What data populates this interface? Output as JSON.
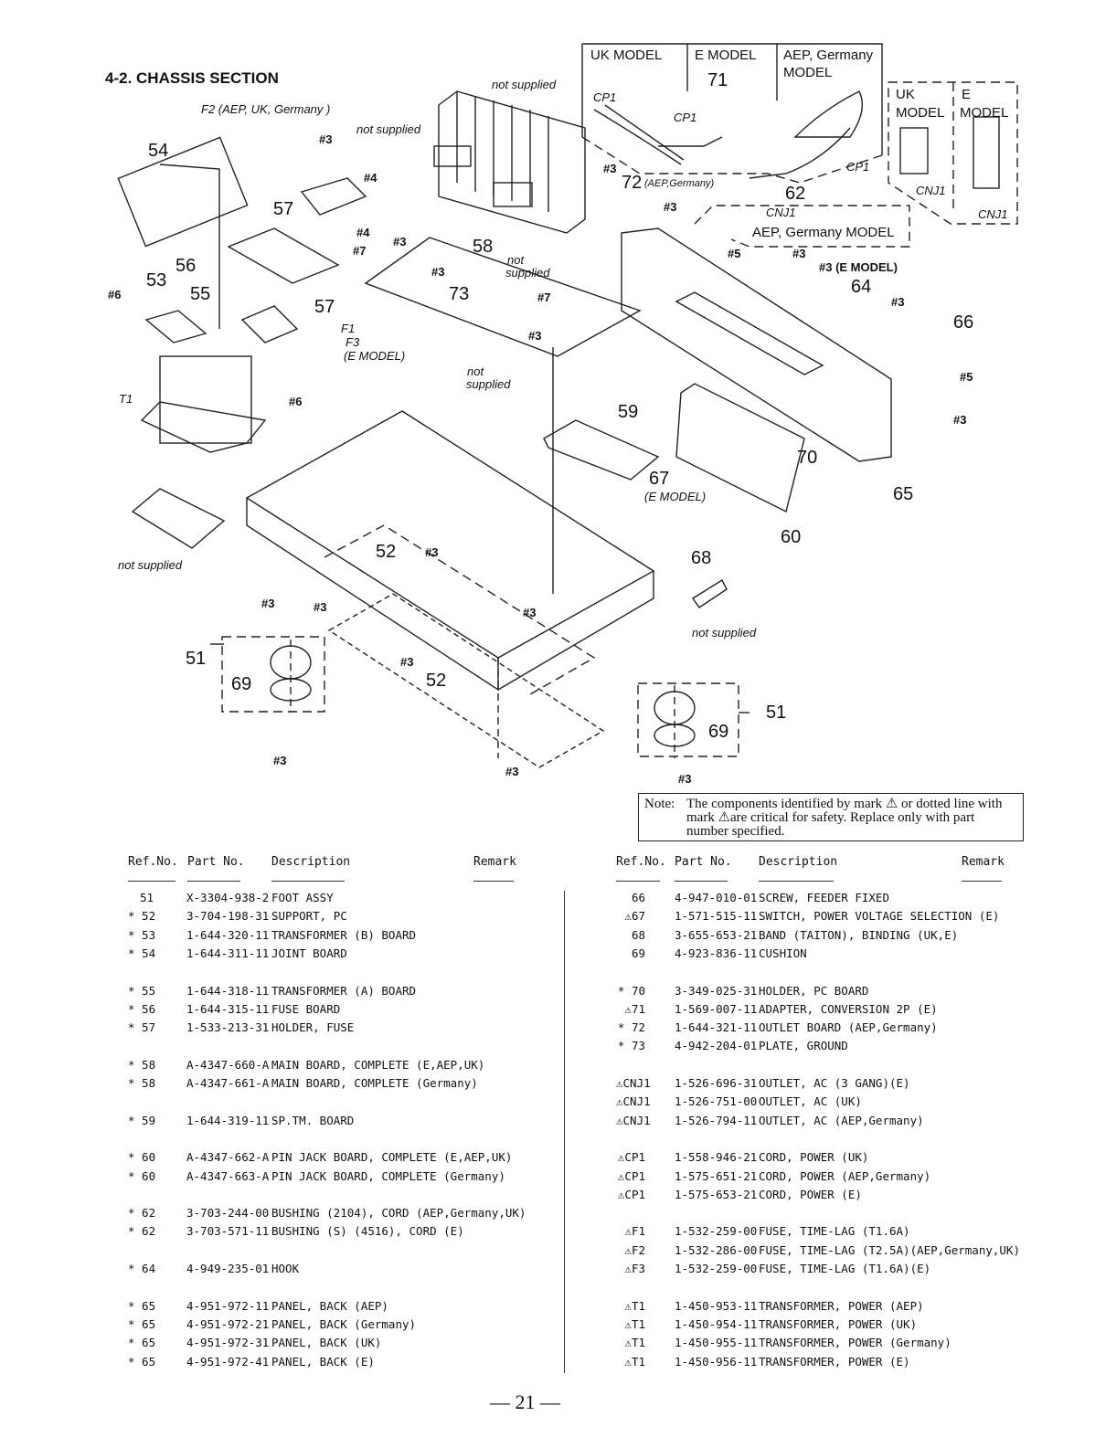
{
  "section_title": "4-2. CHASSIS SECTION",
  "diagram": {
    "labels": {
      "f2": "F2 (AEP,  UK, Germany )",
      "not_supplied": "not supplied",
      "not": "not",
      "supplied": "supplied",
      "f1": "F1",
      "f3": "F3",
      "e_model_paren": "(E MODEL)",
      "t1": "T1",
      "aep_germany_paren": "(AEP,Germany)",
      "e_model_alt": "(E MODEL)",
      "cp1": "CP1",
      "cnj1": "CNJ1"
    },
    "model_boxes": {
      "uk_model": "UK MODEL",
      "e_model": "E MODEL",
      "aep_germany": "AEP, Germany",
      "model": "MODEL",
      "uk": "UK",
      "e": "E",
      "aep_germany_model": "AEP, Germany MODEL"
    },
    "refs": {
      "r51": "51",
      "r52": "52",
      "r53": "53",
      "r54": "54",
      "r55": "55",
      "r56": "56",
      "r57": "57",
      "r58": "58",
      "r59": "59",
      "r60": "60",
      "r62": "62",
      "r64": "64",
      "r65": "65",
      "r66": "66",
      "r67": "67",
      "r68": "68",
      "r69": "69",
      "r70": "70",
      "r71": "71",
      "r72": "72",
      "r73": "73"
    },
    "screws": {
      "s3": "#3",
      "s4": "#4",
      "s5": "#5",
      "s6": "#6",
      "s7": "#7",
      "s3e": "#3 (E MODEL)"
    }
  },
  "note": {
    "head": "Note:",
    "body": "The components identified by mark ⚠ or dotted line with mark ⚠are critical for safety. Replace only with part number specified."
  },
  "table_headers": {
    "ref": "Ref.No.",
    "part": "Part No.",
    "desc": "Description",
    "remark": "Remark"
  },
  "left_parts": [
    {
      "ref": "51",
      "part": "X-3304-938-2",
      "desc": "FOOT ASSY"
    },
    {
      "ref": "* 52",
      "part": "3-704-198-31",
      "desc": "SUPPORT, PC"
    },
    {
      "ref": "* 53",
      "part": "1-644-320-11",
      "desc": "TRANSFORMER (B) BOARD"
    },
    {
      "ref": "* 54",
      "part": "1-644-311-11",
      "desc": "JOINT BOARD"
    },
    {
      "ref": "* 55",
      "part": "1-644-318-11",
      "desc": "TRANSFORMER (A) BOARD"
    },
    {
      "ref": "* 56",
      "part": "1-644-315-11",
      "desc": "FUSE BOARD"
    },
    {
      "ref": "* 57",
      "part": "1-533-213-31",
      "desc": "HOLDER, FUSE"
    },
    {
      "ref": "* 58",
      "part": "A-4347-660-A",
      "desc": "MAIN BOARD, COMPLETE (E,AEP,UK)"
    },
    {
      "ref": "* 58",
      "part": "A-4347-661-A",
      "desc": "MAIN BOARD, COMPLETE (Germany)"
    },
    {
      "ref": "* 59",
      "part": "1-644-319-11",
      "desc": "SP.TM. BOARD"
    },
    {
      "ref": "* 60",
      "part": "A-4347-662-A",
      "desc": "PIN JACK BOARD, COMPLETE (E,AEP,UK)"
    },
    {
      "ref": "* 60",
      "part": "A-4347-663-A",
      "desc": "PIN JACK BOARD, COMPLETE (Germany)"
    },
    {
      "ref": "* 62",
      "part": "3-703-244-00",
      "desc": "BUSHING (2104), CORD (AEP,Germany,UK)"
    },
    {
      "ref": "* 62",
      "part": "3-703-571-11",
      "desc": "BUSHING (S) (4516), CORD (E)"
    },
    {
      "ref": "* 64",
      "part": "4-949-235-01",
      "desc": "HOOK"
    },
    {
      "ref": "* 65",
      "part": "4-951-972-11",
      "desc": "PANEL, BACK (AEP)"
    },
    {
      "ref": "* 65",
      "part": "4-951-972-21",
      "desc": "PANEL, BACK (Germany)"
    },
    {
      "ref": "* 65",
      "part": "4-951-972-31",
      "desc": "PANEL, BACK (UK)"
    },
    {
      "ref": "* 65",
      "part": "4-951-972-41",
      "desc": "PANEL, BACK (E)"
    }
  ],
  "right_parts": [
    {
      "ref": "66",
      "part": "4-947-010-01",
      "desc": "SCREW, FEEDER FIXED"
    },
    {
      "ref": "⚠67",
      "part": "1-571-515-11",
      "desc": "SWITCH, POWER VOLTAGE SELECTION (E)"
    },
    {
      "ref": "68",
      "part": "3-655-653-21",
      "desc": "BAND (TAITON), BINDING (UK,E)"
    },
    {
      "ref": "69",
      "part": "4-923-836-11",
      "desc": "CUSHION"
    },
    {
      "ref": "* 70",
      "part": "3-349-025-31",
      "desc": "HOLDER, PC BOARD"
    },
    {
      "ref": "⚠71",
      "part": "1-569-007-11",
      "desc": "ADAPTER, CONVERSION 2P (E)"
    },
    {
      "ref": "* 72",
      "part": "1-644-321-11",
      "desc": "OUTLET BOARD (AEP,Germany)"
    },
    {
      "ref": "* 73",
      "part": "4-942-204-01",
      "desc": "PLATE, GROUND"
    },
    {
      "ref": "⚠CNJ1",
      "part": "1-526-696-31",
      "desc": "OUTLET, AC (3 GANG)(E)"
    },
    {
      "ref": "⚠CNJ1",
      "part": "1-526-751-00",
      "desc": "OUTLET, AC (UK)"
    },
    {
      "ref": "⚠CNJ1",
      "part": "1-526-794-11",
      "desc": "OUTLET, AC (AEP,Germany)"
    },
    {
      "ref": "⚠CP1",
      "part": "1-558-946-21",
      "desc": "CORD, POWER (UK)"
    },
    {
      "ref": "⚠CP1",
      "part": "1-575-651-21",
      "desc": "CORD, POWER (AEP,Germany)"
    },
    {
      "ref": "⚠CP1",
      "part": "1-575-653-21",
      "desc": "CORD, POWER (E)"
    },
    {
      "ref": "⚠F1",
      "part": "1-532-259-00",
      "desc": "FUSE, TIME-LAG (T1.6A)"
    },
    {
      "ref": "⚠F2",
      "part": "1-532-286-00",
      "desc": "FUSE, TIME-LAG (T2.5A)(AEP,Germany,UK)"
    },
    {
      "ref": "⚠F3",
      "part": "1-532-259-00",
      "desc": "FUSE, TIME-LAG (T1.6A)(E)"
    },
    {
      "ref": "⚠T1",
      "part": "1-450-953-11",
      "desc": "TRANSFORMER, POWER (AEP)"
    },
    {
      "ref": "⚠T1",
      "part": "1-450-954-11",
      "desc": "TRANSFORMER, POWER (UK)"
    },
    {
      "ref": "⚠T1",
      "part": "1-450-955-11",
      "desc": "TRANSFORMER, POWER (Germany)"
    },
    {
      "ref": "⚠T1",
      "part": "1-450-956-11",
      "desc": "TRANSFORMER, POWER (E)"
    }
  ],
  "page_number": "— 21 —"
}
